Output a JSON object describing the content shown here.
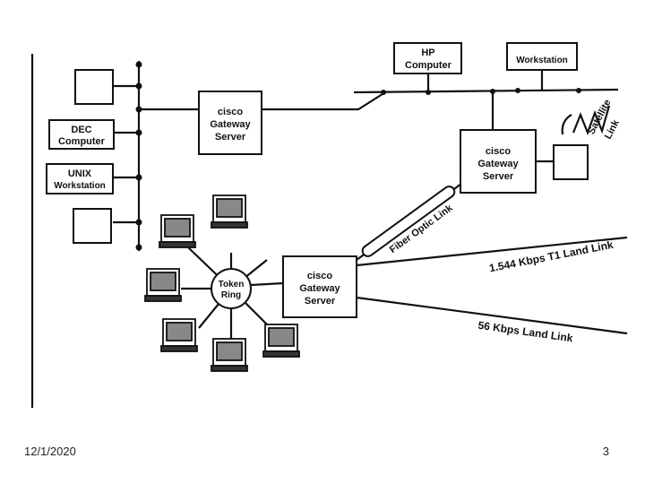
{
  "diagram": {
    "hp_computer": [
      "HP",
      "Computer"
    ],
    "workstation_top": "Workstation",
    "dec_computer": [
      "DEC",
      "Computer"
    ],
    "unix_workstation": [
      "UNIX",
      "Workstation"
    ],
    "gateway_server": [
      "cisco",
      "Gateway",
      "Server"
    ],
    "token_ring": [
      "Token",
      "Ring"
    ],
    "satellite_link": [
      "Satellite",
      "Link"
    ],
    "fiber_optic_link": "Fiber Optic Link",
    "t1_link": "1.544 Kbps T1 Land Link",
    "kbps56_link": "56 Kbps Land Link"
  },
  "footer": {
    "date": "12/1/2020",
    "page_number": "3"
  }
}
